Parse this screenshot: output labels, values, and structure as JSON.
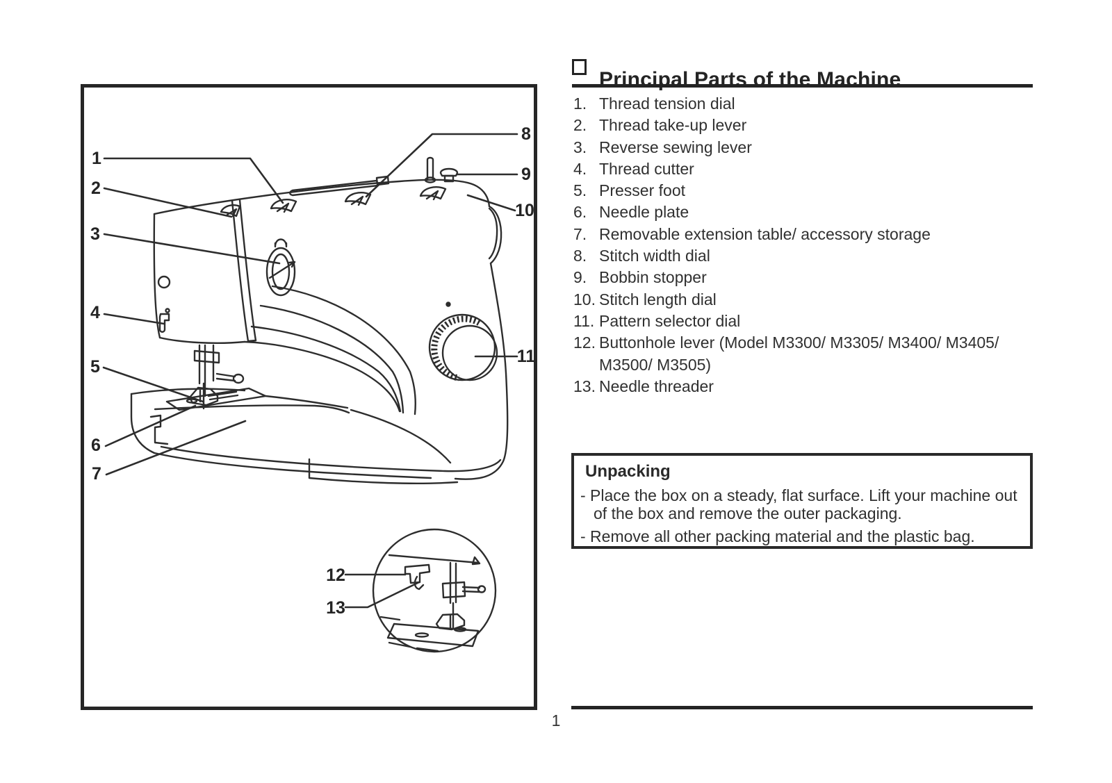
{
  "header": {
    "title": "Principal Parts of the Machine"
  },
  "parts_list": {
    "items": [
      {
        "num": "1.",
        "label": "Thread tension dial"
      },
      {
        "num": "2.",
        "label": "Thread take-up lever"
      },
      {
        "num": "3.",
        "label": "Reverse sewing lever"
      },
      {
        "num": "4.",
        "label": "Thread cutter"
      },
      {
        "num": "5.",
        "label": "Presser foot"
      },
      {
        "num": "6.",
        "label": "Needle plate"
      },
      {
        "num": "7.",
        "label": "Removable extension table/ accessory storage"
      },
      {
        "num": "8.",
        "label": "Stitch width dial"
      },
      {
        "num": "9.",
        "label": "Bobbin stopper"
      },
      {
        "num": "10.",
        "label": "Stitch length dial"
      },
      {
        "num": "11.",
        "label": "Pattern selector dial"
      },
      {
        "num": "12.",
        "label": "Buttonhole lever (Model M3300/ M3305/ M3400/ M3405/ M3500/ M3505)"
      },
      {
        "num": "13.",
        "label": "Needle threader"
      }
    ]
  },
  "figure": {
    "callouts": [
      {
        "num": "1"
      },
      {
        "num": "2"
      },
      {
        "num": "3"
      },
      {
        "num": "4"
      },
      {
        "num": "5"
      },
      {
        "num": "6"
      },
      {
        "num": "7"
      },
      {
        "num": "8"
      },
      {
        "num": "9"
      },
      {
        "num": "10"
      },
      {
        "num": "11"
      },
      {
        "num": "12"
      },
      {
        "num": "13"
      }
    ]
  },
  "unpacking": {
    "heading": "Unpacking",
    "items": [
      "- Place the box on a steady, flat surface. Lift your machine out of the box and remove the outer packaging.",
      "- Remove all other packing material and the plastic bag."
    ]
  },
  "page": {
    "number": "1"
  }
}
